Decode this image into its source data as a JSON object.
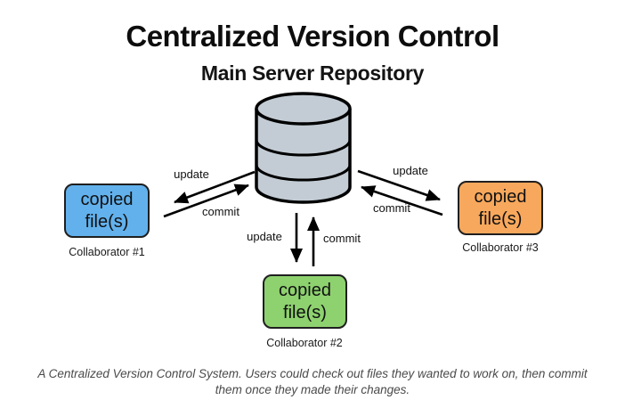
{
  "title": "Centralized Version Control",
  "server_label": "Main Server Repository",
  "collaborators": [
    {
      "name": "Collaborator #1",
      "box_line1": "copied",
      "box_line2": "file(s)",
      "color": "#62b1ec"
    },
    {
      "name": "Collaborator #2",
      "box_line1": "copied",
      "box_line2": "file(s)",
      "color": "#8ed16f"
    },
    {
      "name": "Collaborator #3",
      "box_line1": "copied",
      "box_line2": "file(s)",
      "color": "#f8a85c"
    }
  ],
  "edges": [
    {
      "side": "left",
      "update_label": "update",
      "commit_label": "commit"
    },
    {
      "side": "middle",
      "update_label": "update",
      "commit_label": "commit"
    },
    {
      "side": "right",
      "update_label": "update",
      "commit_label": "commit"
    }
  ],
  "caption": {
    "line1": "A Centralized Version Control System. Users could check out files they wanted to work on, then commit",
    "line2": "them once they made their changes."
  },
  "colors": {
    "server_fill": "#c3ccd4",
    "outline": "#000000",
    "collab1_fill": "#62b1ec",
    "collab2_fill": "#8ed16f",
    "collab3_fill": "#f8a85c",
    "caption_text": "#4a4a4a"
  }
}
